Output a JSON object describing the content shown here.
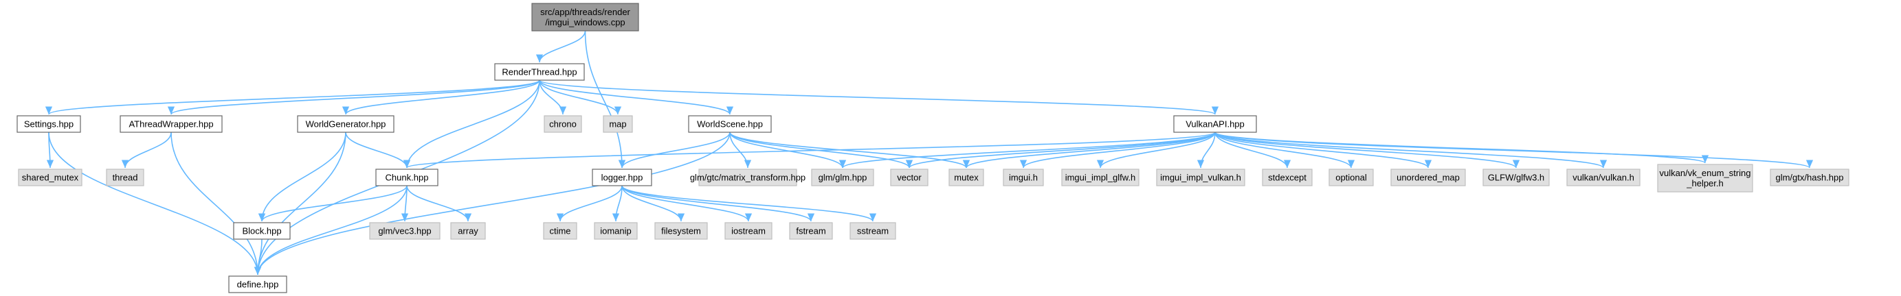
{
  "colors": {
    "edge": "#63b8ff",
    "root_fill": "#999999",
    "file_fill": "#ffffff",
    "system_fill": "#e0e0e0",
    "border_dark": "#666666",
    "border_light": "#bfbfbf"
  },
  "graph": {
    "nodes": [
      {
        "id": "root",
        "lines": [
          "src/app/threads/render",
          "/imgui_windows.cpp"
        ],
        "kind": "root"
      },
      {
        "id": "renderthread",
        "lines": [
          "RenderThread.hpp"
        ],
        "kind": "file"
      },
      {
        "id": "logger",
        "lines": [
          "logger.hpp"
        ],
        "kind": "file"
      },
      {
        "id": "settings",
        "lines": [
          "Settings.hpp"
        ],
        "kind": "file"
      },
      {
        "id": "athreadwrapper",
        "lines": [
          "AThreadWrapper.hpp"
        ],
        "kind": "file"
      },
      {
        "id": "worldgenerator",
        "lines": [
          "WorldGenerator.hpp"
        ],
        "kind": "file"
      },
      {
        "id": "chunk",
        "lines": [
          "Chunk.hpp"
        ],
        "kind": "file"
      },
      {
        "id": "define",
        "lines": [
          "define.hpp"
        ],
        "kind": "file"
      },
      {
        "id": "chrono",
        "lines": [
          "chrono"
        ],
        "kind": "system"
      },
      {
        "id": "map",
        "lines": [
          "map"
        ],
        "kind": "system"
      },
      {
        "id": "worldscene",
        "lines": [
          "WorldScene.hpp"
        ],
        "kind": "file"
      },
      {
        "id": "vulkanapi",
        "lines": [
          "VulkanAPI.hpp"
        ],
        "kind": "file"
      },
      {
        "id": "shared_mutex",
        "lines": [
          "shared_mutex"
        ],
        "kind": "system"
      },
      {
        "id": "thread",
        "lines": [
          "thread"
        ],
        "kind": "system"
      },
      {
        "id": "block",
        "lines": [
          "Block.hpp"
        ],
        "kind": "file"
      },
      {
        "id": "glm_vec3",
        "lines": [
          "glm/vec3.hpp"
        ],
        "kind": "system"
      },
      {
        "id": "array",
        "lines": [
          "array"
        ],
        "kind": "system"
      },
      {
        "id": "glm_matrix",
        "lines": [
          "glm/gtc/matrix_transform.hpp"
        ],
        "kind": "system"
      },
      {
        "id": "glm_glm",
        "lines": [
          "glm/glm.hpp"
        ],
        "kind": "system"
      },
      {
        "id": "vector",
        "lines": [
          "vector"
        ],
        "kind": "system"
      },
      {
        "id": "mutex",
        "lines": [
          "mutex"
        ],
        "kind": "system"
      },
      {
        "id": "imgui",
        "lines": [
          "imgui.h"
        ],
        "kind": "system"
      },
      {
        "id": "imgui_glfw",
        "lines": [
          "imgui_impl_glfw.h"
        ],
        "kind": "system"
      },
      {
        "id": "imgui_vulkan",
        "lines": [
          "imgui_impl_vulkan.h"
        ],
        "kind": "system"
      },
      {
        "id": "stdexcept",
        "lines": [
          "stdexcept"
        ],
        "kind": "system"
      },
      {
        "id": "optional",
        "lines": [
          "optional"
        ],
        "kind": "system"
      },
      {
        "id": "unordered_map",
        "lines": [
          "unordered_map"
        ],
        "kind": "system"
      },
      {
        "id": "glfw3",
        "lines": [
          "GLFW/glfw3.h"
        ],
        "kind": "system"
      },
      {
        "id": "vulkan_h",
        "lines": [
          "vulkan/vulkan.h"
        ],
        "kind": "system"
      },
      {
        "id": "vk_enum",
        "lines": [
          "vulkan/vk_enum_string",
          "_helper.h"
        ],
        "kind": "system"
      },
      {
        "id": "glm_hash",
        "lines": [
          "glm/gtx/hash.hpp"
        ],
        "kind": "system"
      },
      {
        "id": "ctime",
        "lines": [
          "ctime"
        ],
        "kind": "system"
      },
      {
        "id": "iomanip",
        "lines": [
          "iomanip"
        ],
        "kind": "system"
      },
      {
        "id": "filesystem",
        "lines": [
          "filesystem"
        ],
        "kind": "system"
      },
      {
        "id": "iostream",
        "lines": [
          "iostream"
        ],
        "kind": "system"
      },
      {
        "id": "fstream",
        "lines": [
          "fstream"
        ],
        "kind": "system"
      },
      {
        "id": "sstream",
        "lines": [
          "sstream"
        ],
        "kind": "system"
      }
    ],
    "edges": [
      [
        "root",
        "renderthread"
      ],
      [
        "root",
        "logger"
      ],
      [
        "renderthread",
        "settings"
      ],
      [
        "renderthread",
        "athreadwrapper"
      ],
      [
        "renderthread",
        "worldgenerator"
      ],
      [
        "renderthread",
        "chunk"
      ],
      [
        "renderthread",
        "define"
      ],
      [
        "renderthread",
        "chrono"
      ],
      [
        "renderthread",
        "map"
      ],
      [
        "renderthread",
        "worldscene"
      ],
      [
        "renderthread",
        "vulkanapi"
      ],
      [
        "settings",
        "shared_mutex"
      ],
      [
        "settings",
        "define"
      ],
      [
        "athreadwrapper",
        "thread"
      ],
      [
        "athreadwrapper",
        "define"
      ],
      [
        "worldgenerator",
        "chunk"
      ],
      [
        "worldgenerator",
        "block"
      ],
      [
        "worldgenerator",
        "define"
      ],
      [
        "chunk",
        "block"
      ],
      [
        "chunk",
        "glm_vec3"
      ],
      [
        "chunk",
        "array"
      ],
      [
        "chunk",
        "define"
      ],
      [
        "block",
        "define"
      ],
      [
        "worldscene",
        "define"
      ],
      [
        "worldscene",
        "logger"
      ],
      [
        "worldscene",
        "glm_matrix"
      ],
      [
        "worldscene",
        "glm_glm"
      ],
      [
        "worldscene",
        "vector"
      ],
      [
        "worldscene",
        "mutex"
      ],
      [
        "vulkanapi",
        "chunk"
      ],
      [
        "vulkanapi",
        "glm_glm"
      ],
      [
        "vulkanapi",
        "vector"
      ],
      [
        "vulkanapi",
        "mutex"
      ],
      [
        "vulkanapi",
        "imgui"
      ],
      [
        "vulkanapi",
        "imgui_glfw"
      ],
      [
        "vulkanapi",
        "imgui_vulkan"
      ],
      [
        "vulkanapi",
        "stdexcept"
      ],
      [
        "vulkanapi",
        "optional"
      ],
      [
        "vulkanapi",
        "unordered_map"
      ],
      [
        "vulkanapi",
        "glfw3"
      ],
      [
        "vulkanapi",
        "vulkan_h"
      ],
      [
        "vulkanapi",
        "vk_enum"
      ],
      [
        "vulkanapi",
        "glm_hash"
      ],
      [
        "logger",
        "ctime"
      ],
      [
        "logger",
        "iomanip"
      ],
      [
        "logger",
        "filesystem"
      ],
      [
        "logger",
        "iostream"
      ],
      [
        "logger",
        "fstream"
      ],
      [
        "logger",
        "sstream"
      ]
    ]
  }
}
